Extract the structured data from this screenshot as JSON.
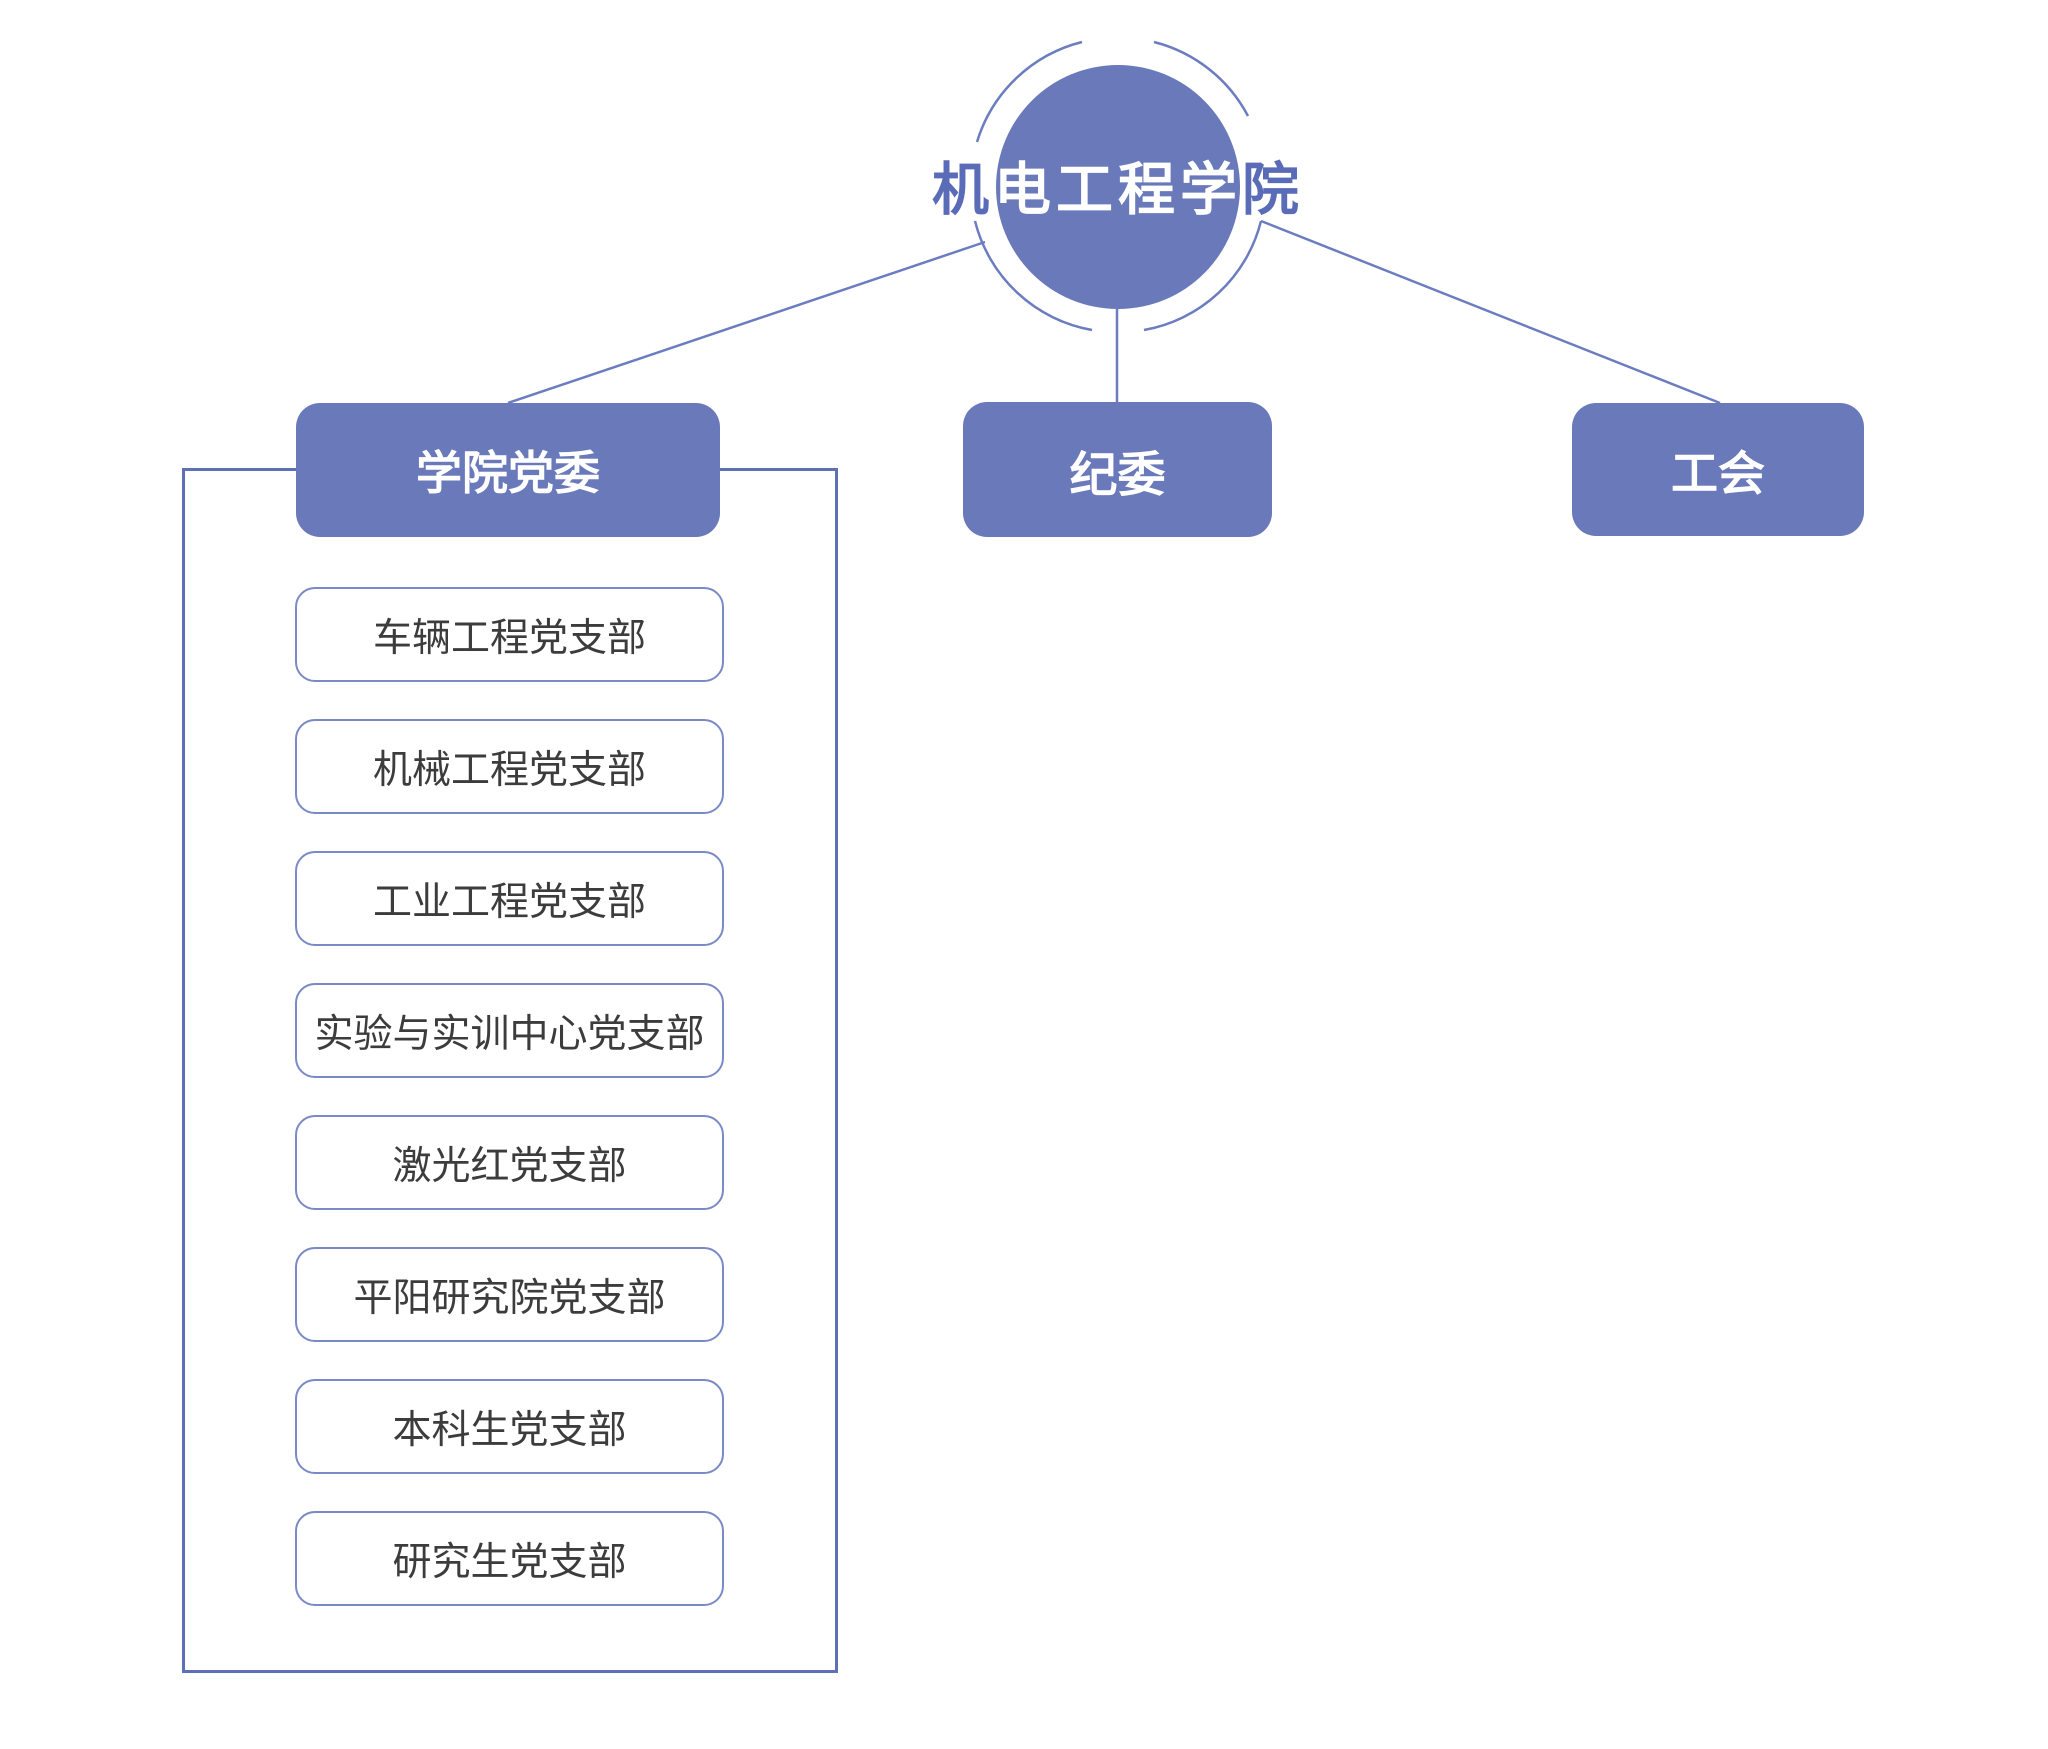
{
  "colors": {
    "node-fill": "#6979BA",
    "line": "#6B7DC0",
    "container-border": "#5E70B6",
    "subnode-border": "#7A8AC6",
    "title-blue": "#5A6CB8",
    "node-text": "#FFFFFF",
    "subnode-text": "#3C3C3C",
    "background": "#FFFFFF"
  },
  "root": {
    "title": "机电工程学院"
  },
  "level2": [
    {
      "label": "学院党委"
    },
    {
      "label": "纪委"
    },
    {
      "label": "工会"
    }
  ],
  "party_branches": [
    {
      "label": "车辆工程党支部"
    },
    {
      "label": "机械工程党支部"
    },
    {
      "label": "工业工程党支部"
    },
    {
      "label": "实验与实训中心党支部"
    },
    {
      "label": "激光红党支部"
    },
    {
      "label": "平阳研究院党支部"
    },
    {
      "label": "本科生党支部"
    },
    {
      "label": "研究生党支部"
    }
  ]
}
